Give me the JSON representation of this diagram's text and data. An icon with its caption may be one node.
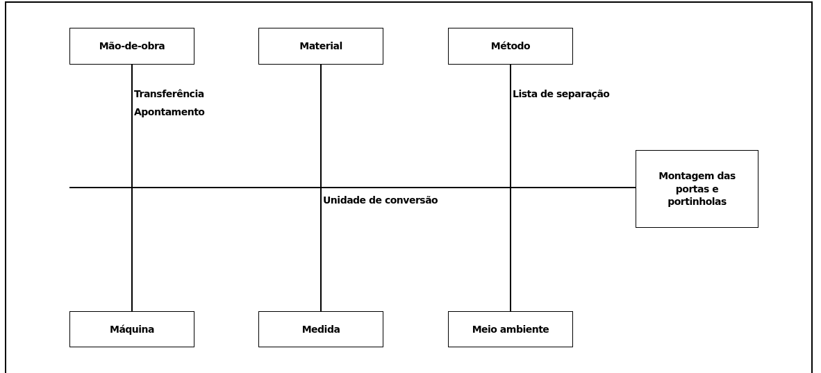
{
  "diagram": {
    "nodes": [
      {
        "text": [
          "Mão-de-obra"
        ]
      },
      {
        "text": [
          "Material"
        ]
      },
      {
        "text": [
          "Método"
        ]
      },
      {
        "text": [
          "Máquina"
        ]
      },
      {
        "text": [
          "Medida"
        ]
      },
      {
        "text": [
          "Meio ambiente"
        ]
      },
      {
        "text": [
          "Montagem das portas e portinholas"
        ]
      }
    ],
    "edges": [
      {
        "from": 0,
        "to": 3,
        "arrow": "none"
      },
      {
        "from": 1,
        "to": 4,
        "arrow": "none"
      },
      {
        "from": 2,
        "to": 5,
        "arrow": "none"
      },
      {
        "from": null,
        "to": 6,
        "arrow": "none"
      }
    ],
    "labels": [
      "Transferência",
      "Apontamento",
      "Lista de separação",
      "Unidade de conversão"
    ]
  }
}
